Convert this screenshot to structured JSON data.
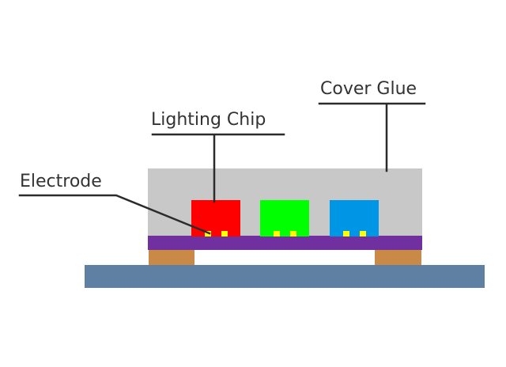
{
  "diagram": {
    "labels": {
      "cover_glue": "Cover Glue",
      "lighting_chip": "Lighting Chip",
      "electrode": "Electrode"
    },
    "colors": {
      "background": "#ffffff",
      "cover_glue": "#c8c8c8",
      "chip_red": "#ff0000",
      "chip_green": "#00ff00",
      "chip_blue": "#0096e6",
      "electrode": "#ffff00",
      "substrate": "#7030a0",
      "solder_pad": "#c88a46",
      "base_board": "#5f7fa3",
      "leader_line": "#2b2b2b",
      "label_text": "#333333"
    },
    "chips": [
      {
        "name": "red-chip",
        "color": "#ff0000"
      },
      {
        "name": "green-chip",
        "color": "#00ff00"
      },
      {
        "name": "blue-chip",
        "color": "#0096e6"
      }
    ]
  }
}
